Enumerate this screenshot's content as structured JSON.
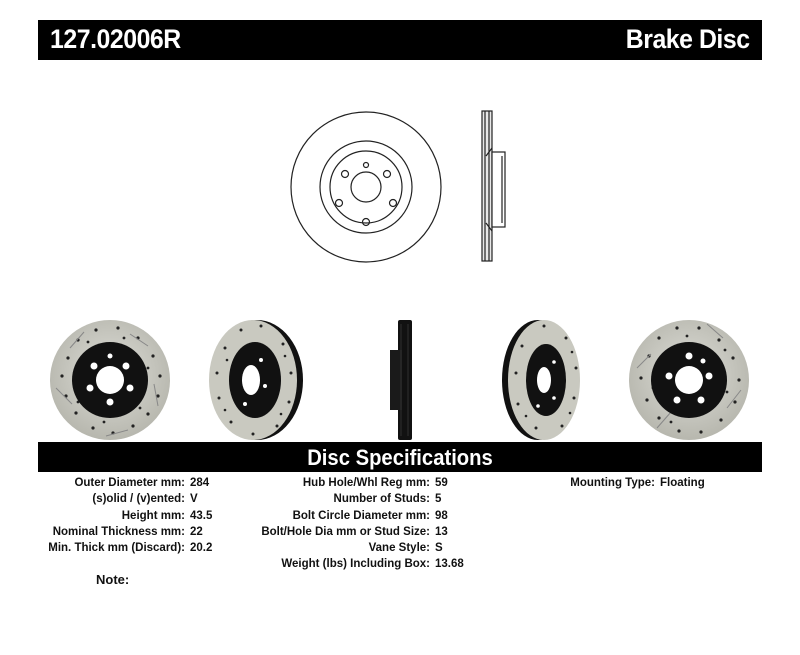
{
  "header": {
    "part_number": "127.02006R",
    "product_type": "Brake Disc"
  },
  "spec_section": {
    "title": "Disc Specifications"
  },
  "specs": {
    "column1": [
      {
        "label": "Outer Diameter mm:",
        "value": "284"
      },
      {
        "label": "(s)olid / (v)ented:",
        "value": "V"
      },
      {
        "label": "Height mm:",
        "value": "43.5"
      },
      {
        "label": "Nominal Thickness mm:",
        "value": "22"
      },
      {
        "label": "Min. Thick mm (Discard):",
        "value": "20.2"
      }
    ],
    "column2": [
      {
        "label": "Hub Hole/Whl Reg mm:",
        "value": "59"
      },
      {
        "label": "Number of Studs:",
        "value": "5"
      },
      {
        "label": "Bolt Circle Diameter mm:",
        "value": "98"
      },
      {
        "label": "Bolt/Hole Dia mm or Stud Size:",
        "value": "13"
      },
      {
        "label": "Vane Style:",
        "value": "S"
      },
      {
        "label": "Weight (lbs) Including Box:",
        "value": "13.68"
      }
    ],
    "column3": [
      {
        "label": "Mounting Type:",
        "value": "Floating"
      }
    ]
  },
  "note": {
    "label": "Note:"
  },
  "images": {
    "drawing_front": "brake-disc-front-line-drawing",
    "drawing_profile": "brake-disc-cross-section-drawing",
    "photos": [
      "disc-front-view",
      "disc-angled-left-view",
      "disc-side-profile-view",
      "disc-angled-right-view",
      "disc-rear-view"
    ]
  },
  "colors": {
    "bar_background": "#000000",
    "bar_text": "#ffffff",
    "disc_surface": "#c9c9c2",
    "disc_hat": "#111111"
  }
}
